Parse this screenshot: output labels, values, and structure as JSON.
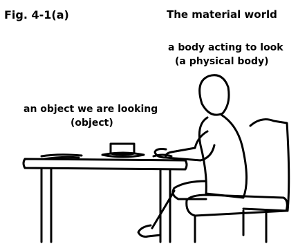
{
  "figure": {
    "fig_label": "Fig. 4-1(a)",
    "title": "The material world"
  },
  "labels": {
    "body_line1": "a body acting to look",
    "body_line2": "(a physical body)",
    "object_line1": "an object we are looking",
    "object_line2": "(object)"
  },
  "colors": {
    "stroke": "#000000",
    "background": "#ffffff"
  }
}
